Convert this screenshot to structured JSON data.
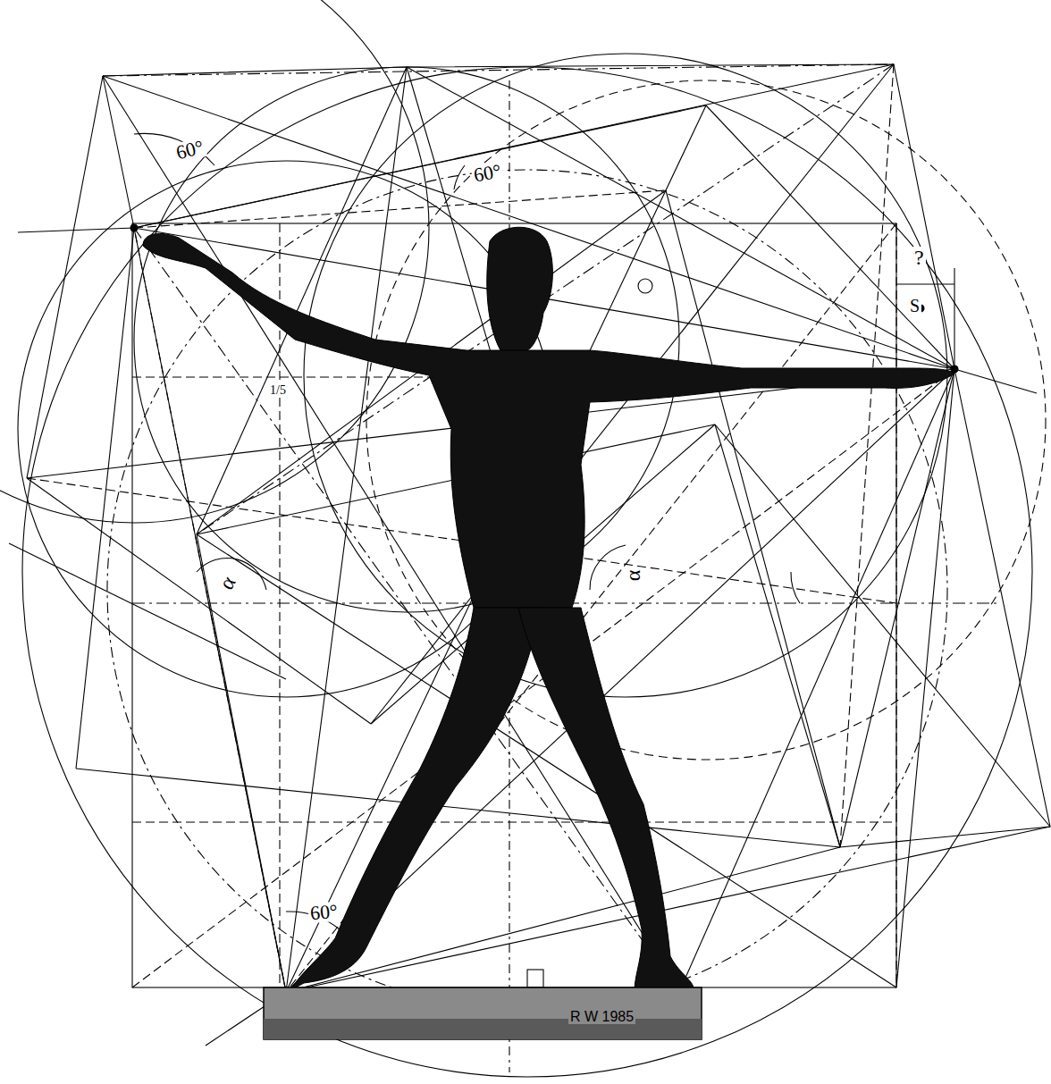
{
  "diagram": {
    "labels": [
      "60°",
      "60°",
      "60°",
      "α",
      "α",
      "?",
      "S",
      "1/5",
      "R W 1985"
    ]
  }
}
